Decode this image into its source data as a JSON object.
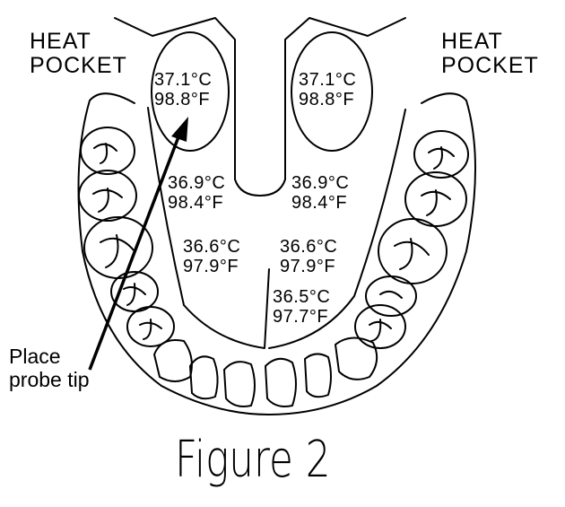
{
  "labels": {
    "heat_pocket_left": [
      "HEAT",
      "POCKET"
    ],
    "heat_pocket_right": [
      "HEAT",
      "POCKET"
    ],
    "probe_instruction": [
      "Place",
      "probe tip"
    ],
    "caption": "Figure 2"
  },
  "temperatures": {
    "pocket_left": [
      "37.1°C",
      "98.8°F"
    ],
    "pocket_right": [
      "37.1°C",
      "98.8°F"
    ],
    "upper_left": [
      "36.9°C",
      "98.4°F"
    ],
    "upper_right": [
      "36.9°C",
      "98.4°F"
    ],
    "middle_left": [
      "36.6°C",
      "97.9°F"
    ],
    "middle_right": [
      "36.6°C",
      "97.9°F"
    ],
    "front_right": [
      "36.5°C",
      "97.7°F"
    ]
  }
}
